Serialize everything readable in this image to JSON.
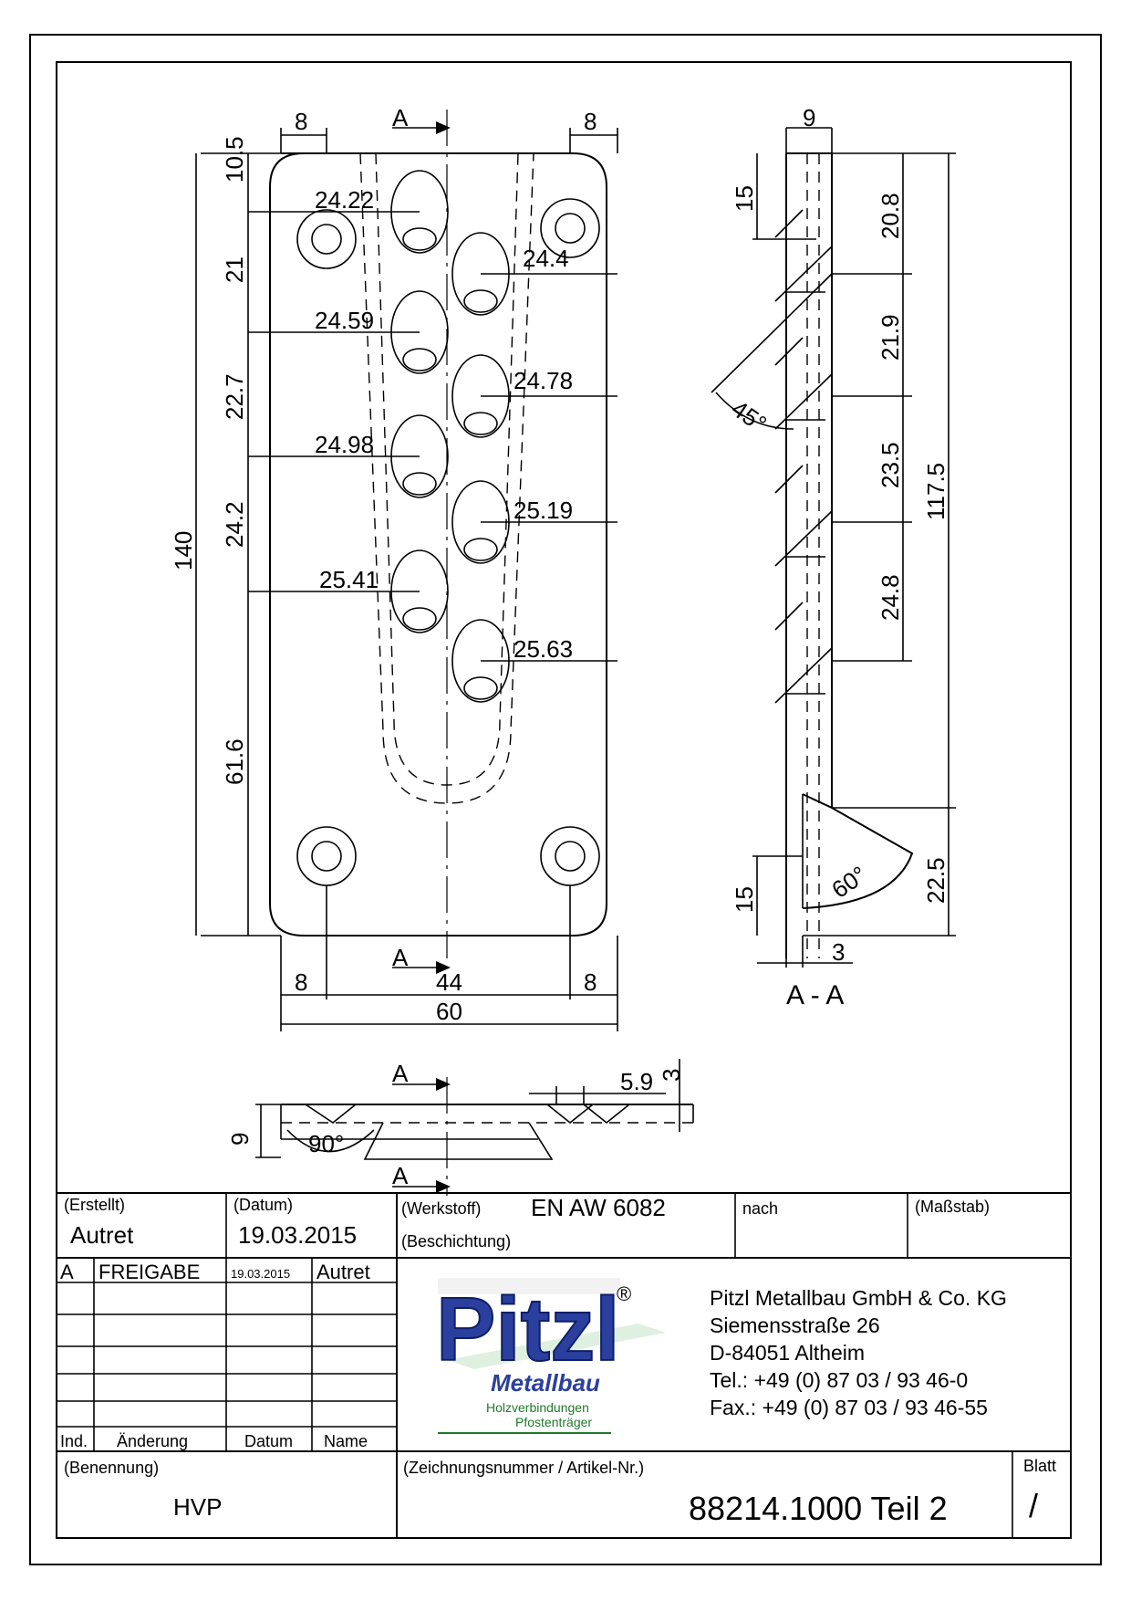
{
  "drawing": {
    "front_view": {
      "section_marker": "A",
      "dims_top": [
        "8",
        "8"
      ],
      "dims_left": [
        "10.5",
        "21",
        "22.7",
        "24.2",
        "61.6"
      ],
      "overall_height": "140",
      "hole_offsets": [
        "24.22",
        "24.4",
        "24.59",
        "24.78",
        "24.98",
        "25.19",
        "25.41",
        "25.63"
      ],
      "dims_bottom": [
        "8",
        "44",
        "8",
        "60"
      ]
    },
    "section_view": {
      "title": "A - A",
      "dims": [
        "9",
        "15",
        "20.8",
        "21.9",
        "23.5",
        "117.5",
        "24.8",
        "22.5",
        "15",
        "3"
      ],
      "angles": [
        "45°",
        "60°"
      ]
    },
    "top_view": {
      "section_marker": "A",
      "dims": [
        "9",
        "90°",
        "5.9",
        "3"
      ]
    }
  },
  "title_block": {
    "erstellt_label": "(Erstellt)",
    "erstellt_value": "Autret",
    "datum_label": "(Datum)",
    "datum_value": "19.03.2015",
    "werkstoff_label": "(Werkstoff)",
    "werkstoff_value": "EN AW 6082",
    "beschichtung_label": "(Beschichtung)",
    "nach_label": "nach",
    "massstab_label": "(Maßstab)",
    "revision": {
      "ind": "A",
      "aenderung": "FREIGABE",
      "datum": "19.03.2015",
      "name": "Autret"
    },
    "rev_headers": {
      "ind": "Ind.",
      "aenderung": "Änderung",
      "datum": "Datum",
      "name": "Name"
    },
    "benennung_label": "(Benennung)",
    "benennung_value": "HVP",
    "zeichnungsnummer_label": "(Zeichnungsnummer / Artikel-Nr.)",
    "zeichnungsnummer_value": "88214.1000 Teil 2",
    "blatt_label": "Blatt",
    "blatt_value": "/"
  },
  "company": {
    "logo_text": "Pitzl",
    "logo_registered": "®",
    "logo_sub": "Metallbau",
    "logo_tag1": "Holzverbindungen",
    "logo_tag2": "Pfostenträger",
    "brand_color": "#2b3f9e",
    "name": "Pitzl Metallbau GmbH & Co. KG",
    "street": "Siemensstraße 26",
    "city": "D-84051 Altheim",
    "tel": "Tel.:  +49 (0) 87 03 / 93 46-0",
    "fax": "Fax.: +49 (0) 87 03 / 93 46-55"
  }
}
